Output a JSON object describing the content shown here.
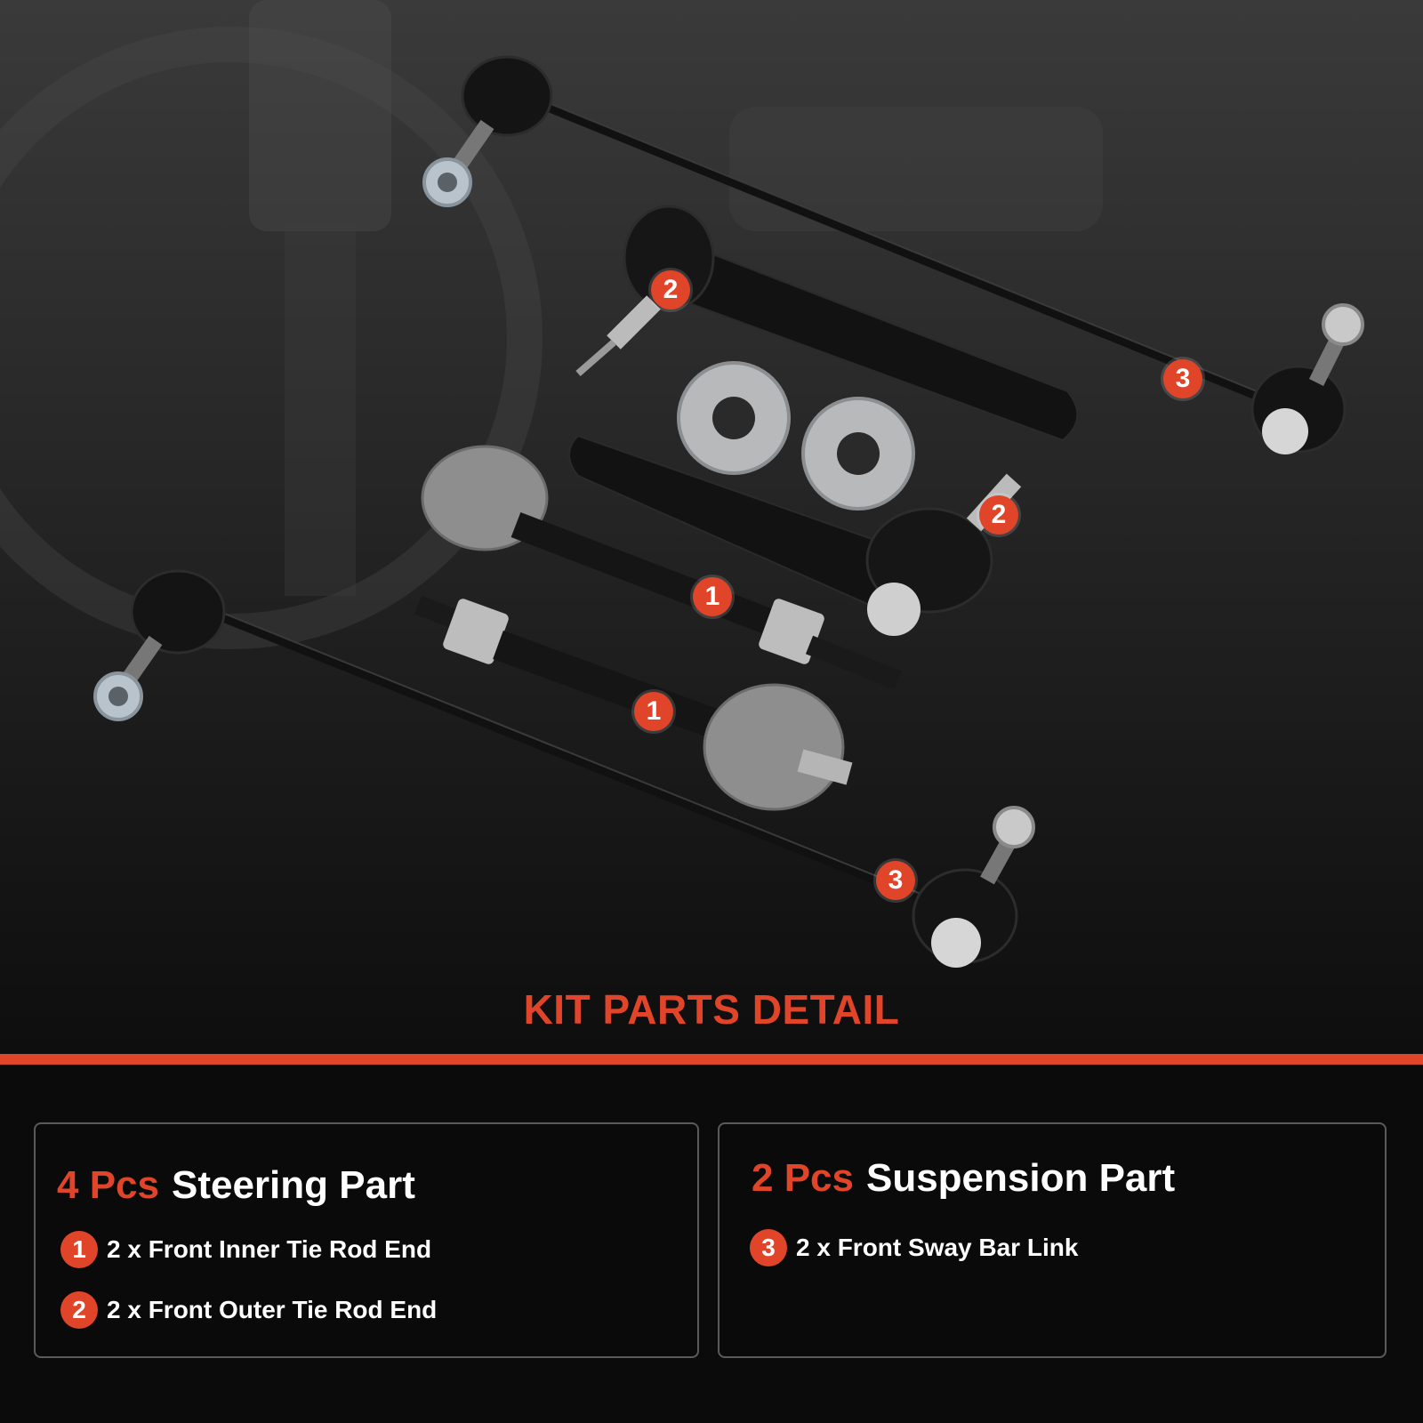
{
  "colors": {
    "accent": "#e0452a",
    "background": "#0b0b0b",
    "panel_border": "#5a5a5a"
  },
  "hero": {
    "title": "KIT PARTS DETAIL",
    "callouts": [
      {
        "number": "1"
      },
      {
        "number": "1"
      },
      {
        "number": "2"
      },
      {
        "number": "2"
      },
      {
        "number": "3"
      },
      {
        "number": "3"
      }
    ]
  },
  "steering": {
    "count": "4 Pcs",
    "name": "Steering Part",
    "items": [
      {
        "number": "1",
        "text": "2 x Front Inner Tie Rod End"
      },
      {
        "number": "2",
        "text": "2 x Front Outer Tie Rod End"
      }
    ]
  },
  "suspension": {
    "count": "2 Pcs",
    "name": "Suspension Part",
    "items": [
      {
        "number": "3",
        "text": "2 x Front Sway Bar Link"
      }
    ]
  }
}
